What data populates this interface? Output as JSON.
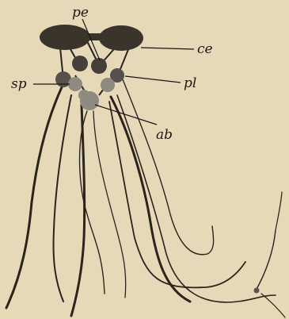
{
  "labels": {
    "pe": "pe",
    "ce": "ce",
    "sp": "sp",
    "pl": "pl",
    "ab": "ab"
  },
  "colors": {
    "background": "#e6d9b8",
    "cerebral_ganglia": "#3a342b",
    "pedal_ganglia": "#46403a",
    "pleural_ganglia": "#56514b",
    "visceral_ganglia": "#8f8a80",
    "nerves": "#2a241d"
  }
}
